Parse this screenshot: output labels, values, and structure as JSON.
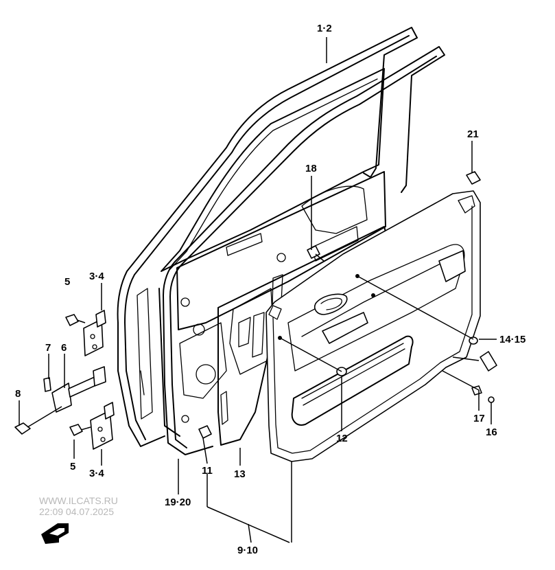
{
  "callouts": {
    "c_1_2": "1·2",
    "c_21": "21",
    "c_18": "18",
    "c_5_top": "5",
    "c_3_4_top": "3·4",
    "c_7": "7",
    "c_6": "6",
    "c_8": "8",
    "c_14_15": "14·15",
    "c_17": "17",
    "c_16": "16",
    "c_12": "12",
    "c_5_bot": "5",
    "c_3_4_bot": "3·4",
    "c_11": "11",
    "c_13": "13",
    "c_19_20": "19·20",
    "c_9_10": "9·10"
  },
  "watermark": {
    "site": "WWW.ILCATS.RU",
    "datetime": "22:09 04.07.2025"
  },
  "colors": {
    "line": "#000000",
    "background": "#ffffff",
    "watermark": "#b8b8b8"
  },
  "icons": {
    "direction": "front-arrow-icon"
  }
}
